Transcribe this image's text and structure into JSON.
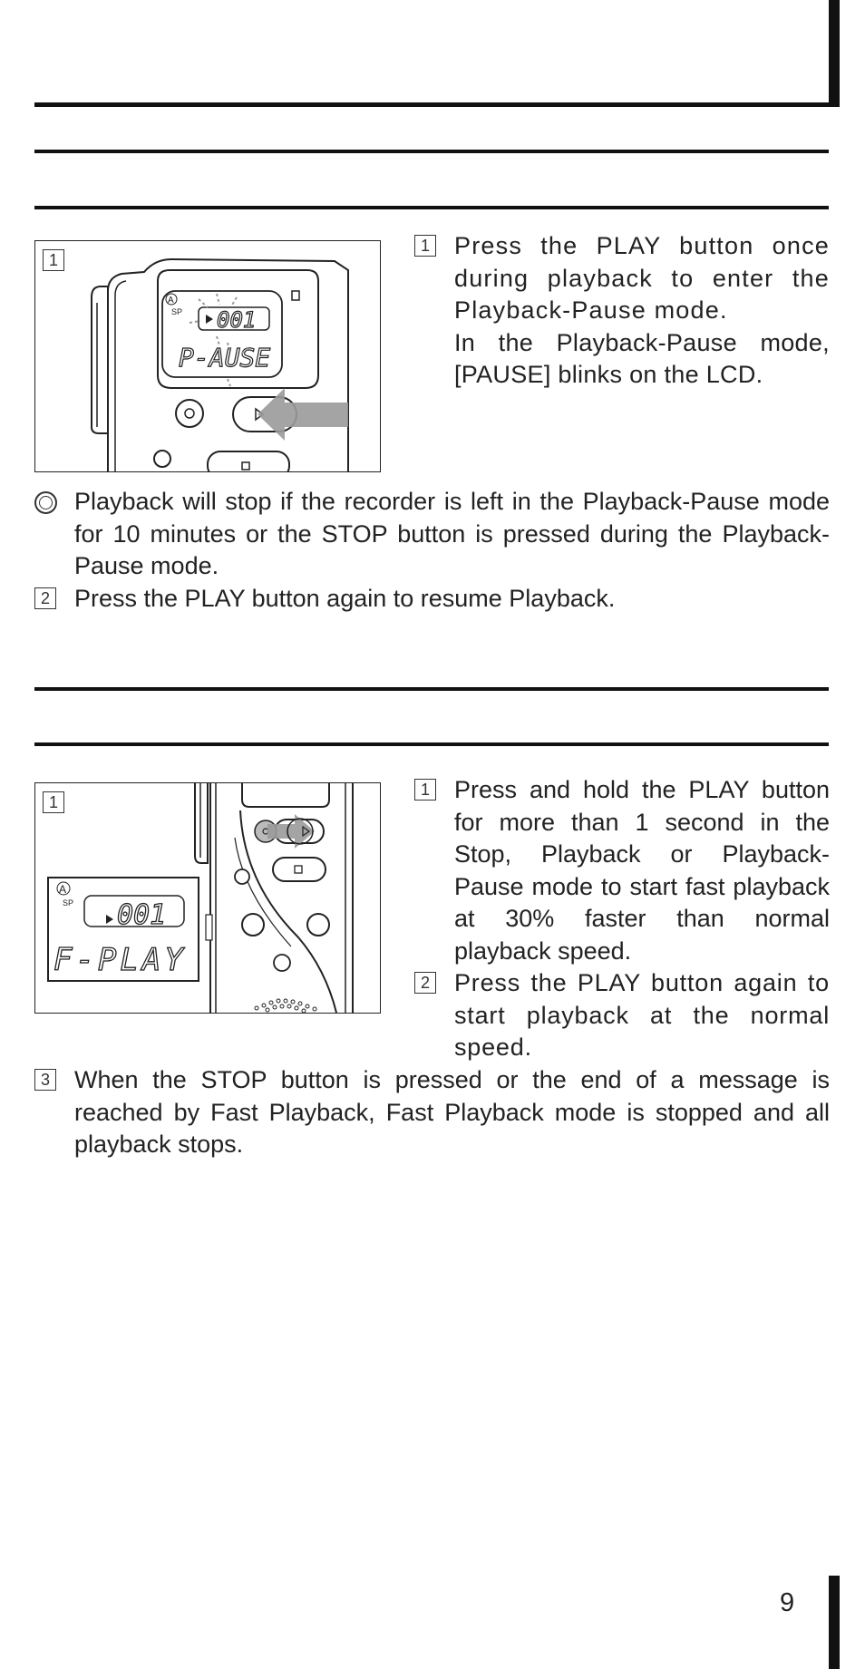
{
  "section_playback_pause": {
    "figure": {
      "number": "1",
      "lcd_top": "001",
      "lcd_mode": "P-AUSE",
      "lcd_indicator": "A",
      "lcd_speed": "SP"
    },
    "step1": {
      "number": "1",
      "lines": [
        "Press the PLAY button once during playback to enter the Playback-Pause mode.",
        "In the Playback-Pause mode, [PAUSE] blinks on the LCD."
      ]
    },
    "note": "Playback will stop if the recorder is left in the Playback-Pause mode for 10 minutes or the STOP button is pressed during the Playback-Pause mode.",
    "step2": {
      "number": "2",
      "text": "Press the PLAY button again to resume Playback."
    }
  },
  "section_fast_playback": {
    "figure": {
      "number": "1",
      "lcd_top": "001",
      "lcd_mode": "F-PLAY",
      "lcd_indicator": "A",
      "lcd_speed": "SP"
    },
    "step1": {
      "number": "1",
      "text": "Press and hold the PLAY button for more than 1 second in the Stop, Playback or Playback-Pause mode to start fast playback at 30% faster than normal playback speed."
    },
    "step2": {
      "number": "2",
      "text": "Press the PLAY button again to start playback at the normal speed."
    },
    "step3": {
      "number": "3",
      "text": "When the STOP button is pressed or the end of a message is reached by Fast Playback, Fast Playback mode is stopped and all playback stops."
    }
  },
  "page_number": "9"
}
